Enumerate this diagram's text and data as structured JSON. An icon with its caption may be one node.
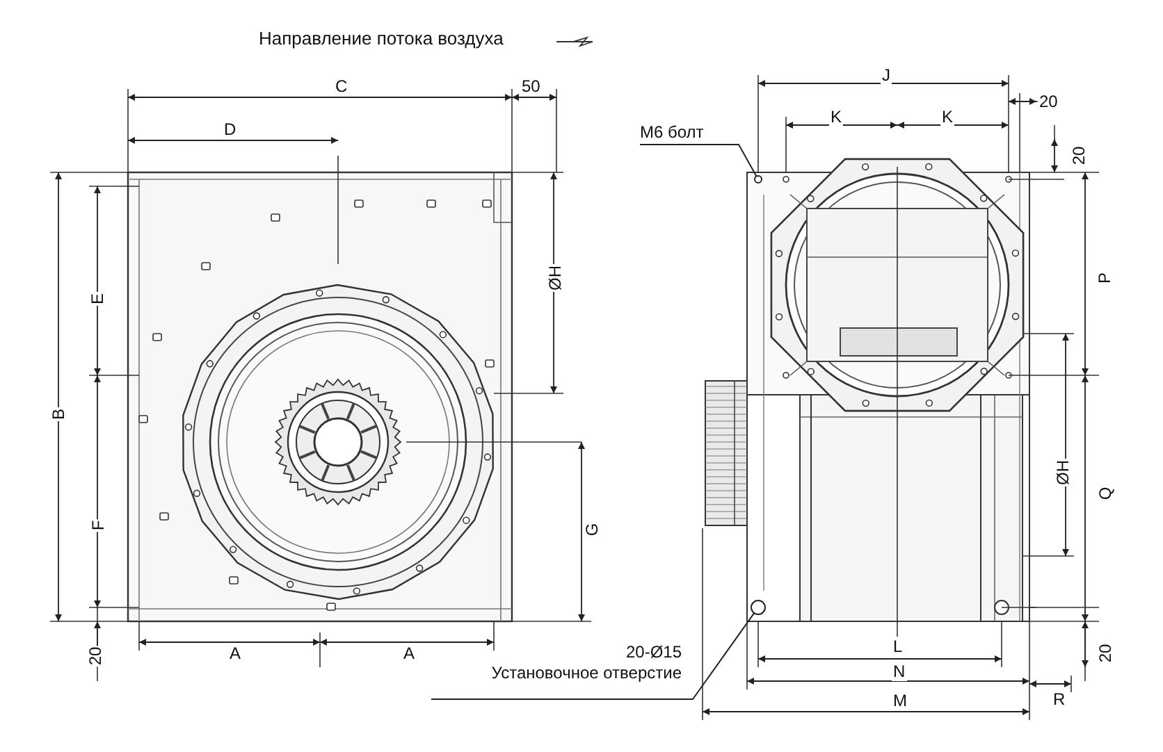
{
  "diagram": {
    "nodes": [
      {
        "text": [
          "M6 болт"
        ]
      },
      {
        "text": [
          "20-Ø15",
          "Установочное отверстие"
        ]
      },
      {
        "text": [],
        "shape": "circle"
      },
      {
        "text": [],
        "shape": "circle"
      }
    ],
    "edges": [
      {
        "from": 0,
        "to": 2,
        "arrow": "none"
      },
      {
        "from": 1,
        "to": 3,
        "arrow": "none"
      }
    ],
    "labels": [
      "Направление потока воздуха",
      "C",
      "50",
      "J",
      "20",
      "D",
      "K",
      "K",
      "20",
      "ØH",
      "E",
      "P",
      "B",
      "ØH",
      "F",
      "G",
      "Q",
      "L",
      "A",
      "A",
      "20",
      "20",
      "N",
      "M",
      "R"
    ]
  }
}
